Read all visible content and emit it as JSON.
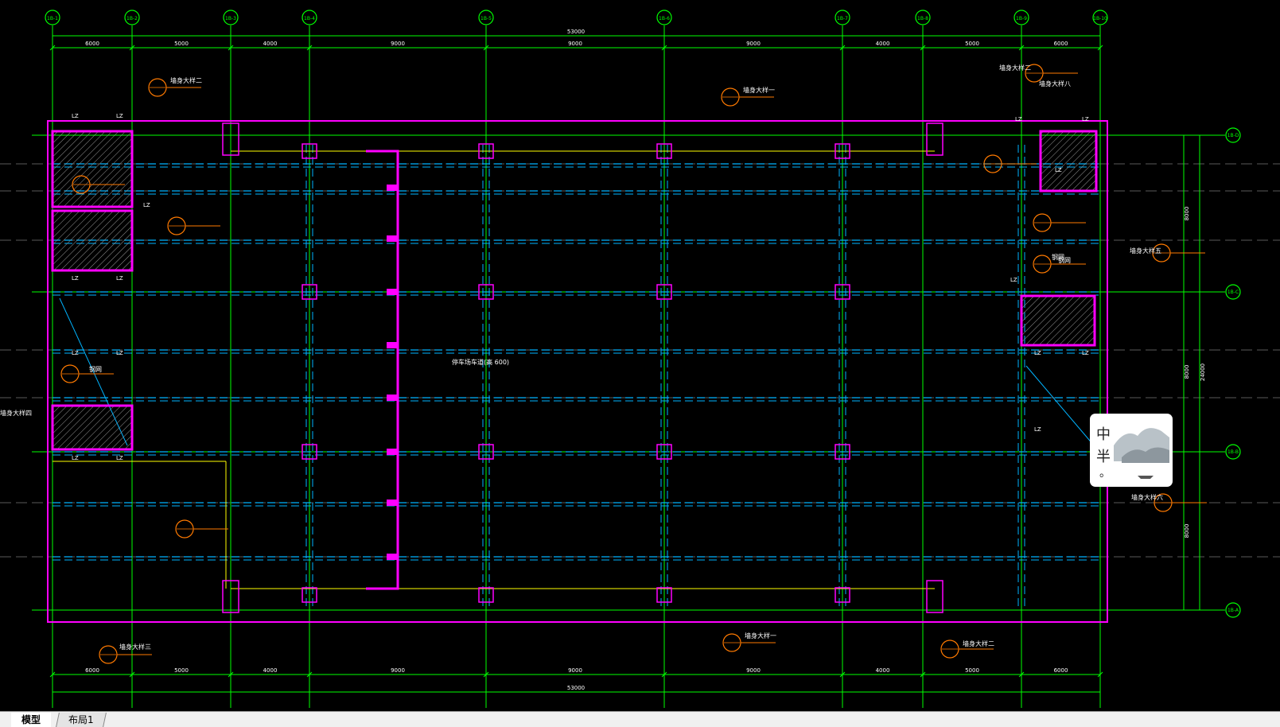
{
  "tabs": [
    {
      "label": "模型",
      "active": true
    },
    {
      "label": "布局1",
      "active": false
    }
  ],
  "grid_columns": [
    "1B-1",
    "1B-2",
    "1B-3",
    "1B-4",
    "1B-5",
    "1B-6",
    "1B-7",
    "1B-8",
    "1B-9",
    "1B-10"
  ],
  "grid_rows": [
    "1B-D",
    "1B-C",
    "1B-B",
    "1B-A"
  ],
  "dimensions": {
    "top_total": "53000",
    "bottom_total": "53000",
    "top_segments": [
      "6000",
      "5000",
      "4000",
      "9000",
      "9000",
      "9000",
      "4000",
      "5000",
      "6000"
    ],
    "bottom_segments": [
      "6000",
      "5000",
      "4000",
      "9000",
      "9000",
      "9000",
      "4000",
      "5000",
      "6000"
    ],
    "right_total": "24000",
    "right_segments": [
      "8000",
      "8000",
      "8000"
    ]
  },
  "annotations": {
    "ramp_label": "停车场车道(高 600)",
    "wall_details": [
      "墙身大样二",
      "墙身大样一",
      "墙身大样二",
      "墙身大样八",
      "墙身大样五",
      "墙身大样四",
      "墙身大样六",
      "墙身大样三",
      "墙身大样一",
      "墙身大样二"
    ],
    "rebar_notes": [
      "钢网",
      "钢网",
      "钢网"
    ],
    "column_tag": "LZ"
  },
  "logo": {
    "text_top": "中",
    "text_mid": "半",
    "text_bot": "。"
  },
  "colors": {
    "background": "#000000",
    "grid_line": "#00ff00",
    "wall": "#ff00ff",
    "beam": "#00b4ff",
    "annotation": "#ff7a00",
    "text": "#ffffff",
    "dim_yellow": "#ffff00"
  }
}
